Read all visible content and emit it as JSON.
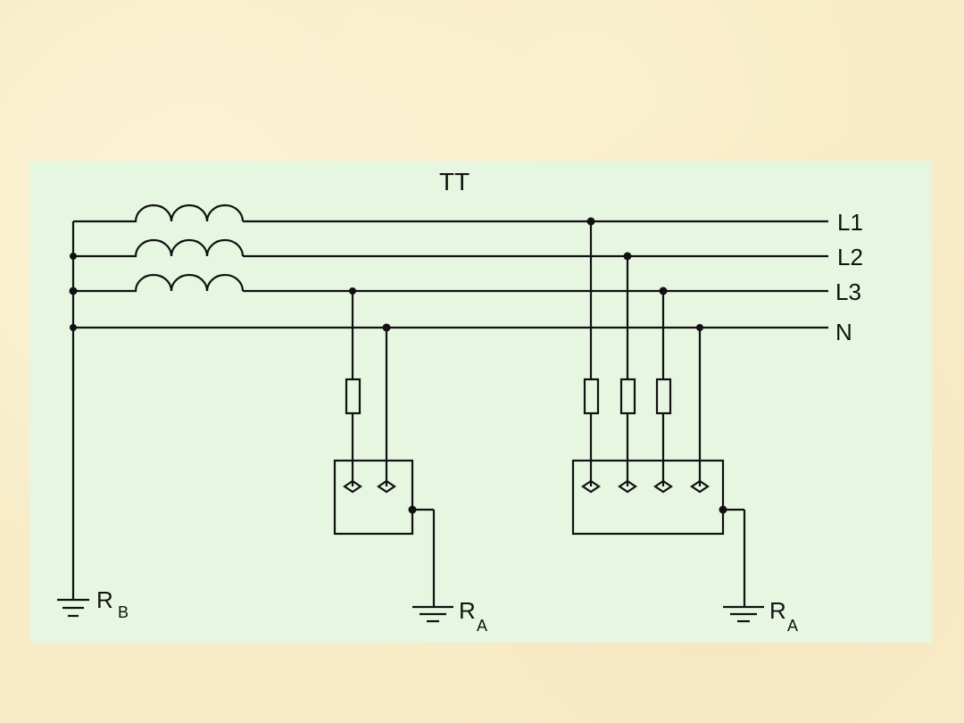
{
  "diagram": {
    "title": "TT",
    "lines": [
      "L1",
      "L2",
      "L3",
      "N"
    ],
    "grounds": [
      {
        "main": "R",
        "sub": "B"
      },
      {
        "main": "R",
        "sub": "A"
      },
      {
        "main": "R",
        "sub": "A"
      }
    ]
  }
}
